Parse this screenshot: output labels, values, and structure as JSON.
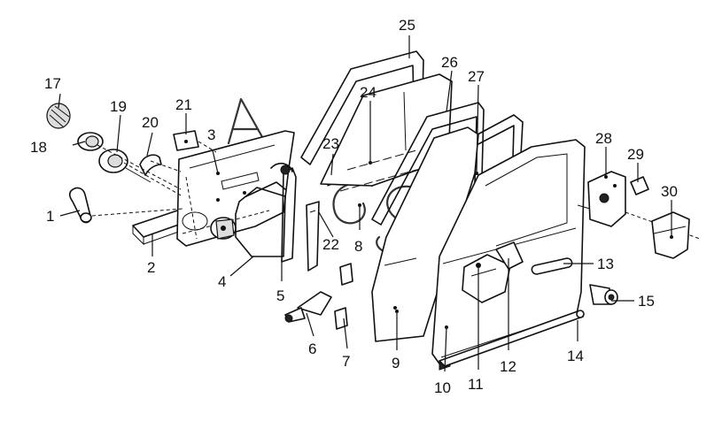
{
  "diagram": {
    "callouts": [
      {
        "id": "1",
        "label": "1"
      },
      {
        "id": "2",
        "label": "2"
      },
      {
        "id": "3",
        "label": "3"
      },
      {
        "id": "4",
        "label": "4"
      },
      {
        "id": "5",
        "label": "5"
      },
      {
        "id": "6",
        "label": "6"
      },
      {
        "id": "7",
        "label": "7"
      },
      {
        "id": "8",
        "label": "8"
      },
      {
        "id": "9",
        "label": "9"
      },
      {
        "id": "10",
        "label": "10"
      },
      {
        "id": "11",
        "label": "11"
      },
      {
        "id": "12",
        "label": "12"
      },
      {
        "id": "13",
        "label": "13"
      },
      {
        "id": "14",
        "label": "14"
      },
      {
        "id": "15",
        "label": "15"
      },
      {
        "id": "17",
        "label": "17"
      },
      {
        "id": "18",
        "label": "18"
      },
      {
        "id": "19",
        "label": "19"
      },
      {
        "id": "20",
        "label": "20"
      },
      {
        "id": "21",
        "label": "21"
      },
      {
        "id": "22",
        "label": "22"
      },
      {
        "id": "23",
        "label": "23"
      },
      {
        "id": "24",
        "label": "24"
      },
      {
        "id": "25",
        "label": "25"
      },
      {
        "id": "26",
        "label": "26"
      },
      {
        "id": "27",
        "label": "27"
      },
      {
        "id": "28",
        "label": "28"
      },
      {
        "id": "29",
        "label": "29"
      },
      {
        "id": "30",
        "label": "30"
      }
    ]
  }
}
